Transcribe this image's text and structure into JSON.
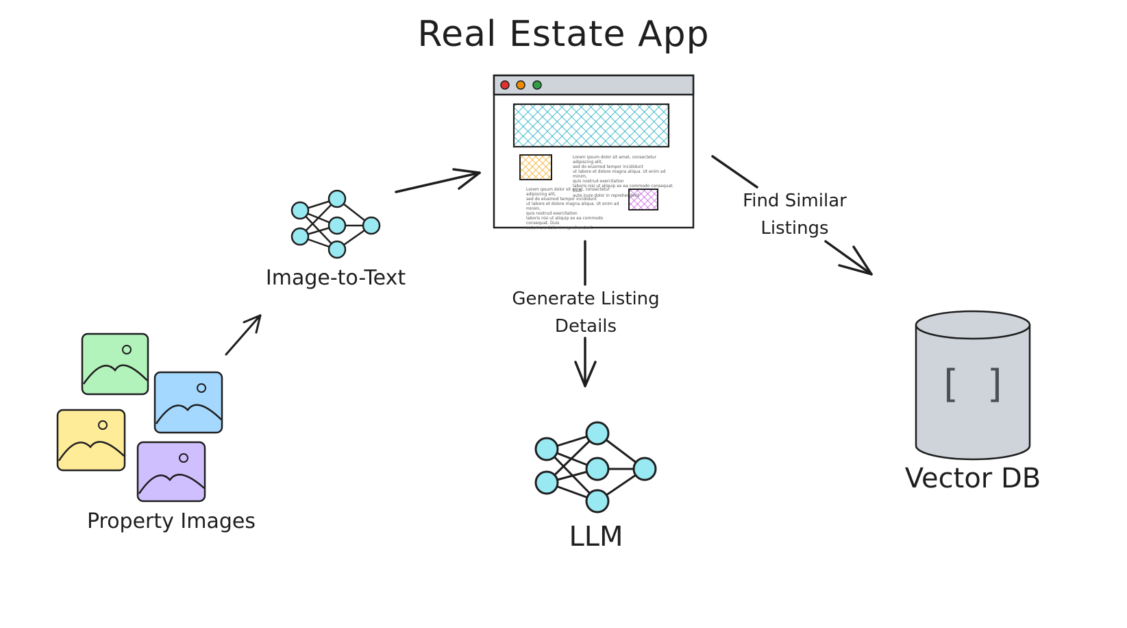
{
  "title": "Real Estate App",
  "labels": {
    "property_images": "Property Images",
    "image_to_text": "Image-to-Text",
    "generate_line1": "Generate Listing",
    "generate_line2": "Details",
    "find_line1": "Find Similar",
    "find_line2": "Listings",
    "llm": "LLM",
    "vector_db": "Vector DB",
    "db_symbol": "[ ]"
  },
  "mockup": {
    "text_block_1": "Lorem ipsum dolor sit amet, consectetur adipiscing elit,\nsed do eiusmod tempor incididunt\nut labore et dolore magna aliqua. Ut enim ad minim,\nquis nostrud exercitation\nlaboris nisi ut aliquip ex ea commodo consequat. Duis\naute irure dolor in reprehenderit",
    "text_block_2": "Lorem ipsum dolor sit amet, consectetur adipiscing elit,\nsed do eiusmod tempor incididunt\nut labore et dolore magna aliqua. Ut enim ad minim,\nquis nostrud exercitation\nlaboris nisi ut aliquip ex ea commodo consequat. Duis\naute irure dolor in reprehenderit"
  },
  "colors": {
    "stroke": "#1e1e1e",
    "node": "#99e9f2",
    "image_green": "#b2f2bb",
    "image_blue": "#a5d8ff",
    "image_yellow": "#ffec99",
    "image_purple": "#d0bfff",
    "db_fill": "#ced4da",
    "hero_hatch": "#15aabf",
    "thumb_orange": "#f59f00",
    "thumb_purple": "#be4bdb",
    "dot_red": "#e03131",
    "dot_yellow": "#f08c00",
    "dot_green": "#2f9e44",
    "titlebar": "#ced4da"
  }
}
